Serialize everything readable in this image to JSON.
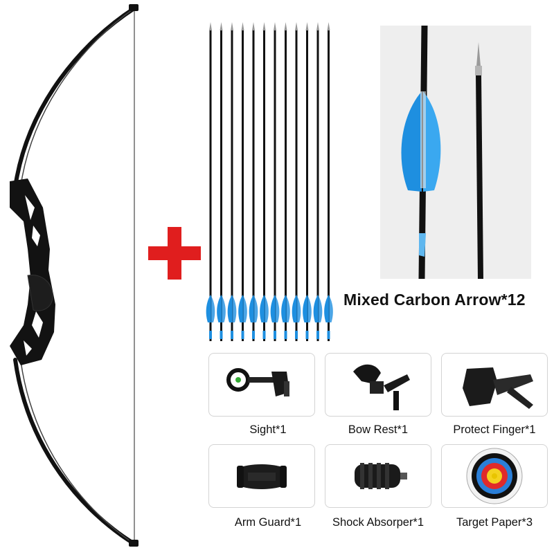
{
  "product": {
    "plus_color": "#e01e1e",
    "arrow_fletching_color": "#1e8fe0",
    "arrow_caption": "Mixed Carbon Arrow*12",
    "arrow_count": 12
  },
  "accessories": [
    {
      "label": "Sight*1",
      "icon": "bow-sight-icon"
    },
    {
      "label": "Bow Rest*1",
      "icon": "arrow-rest-icon"
    },
    {
      "label": "Protect Finger*1",
      "icon": "finger-tab-icon"
    },
    {
      "label": "Arm Guard*1",
      "icon": "arm-guard-icon"
    },
    {
      "label": "Shock Absorper*1",
      "icon": "stabilizer-icon"
    },
    {
      "label": "Target Paper*3",
      "icon": "target-icon"
    }
  ]
}
